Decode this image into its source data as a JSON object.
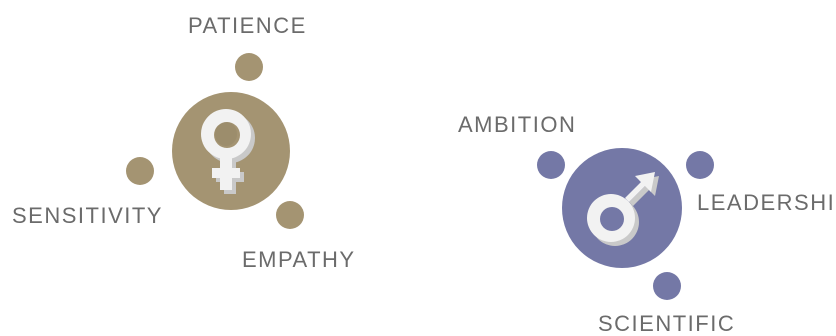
{
  "colors": {
    "female_accent": "#a49472",
    "male_accent": "#7478a6",
    "label_text": "#6b6b6b",
    "symbol_face": "#f2f2f2",
    "symbol_shade": "#c9c9c9"
  },
  "female": {
    "icon": "female-symbol-icon",
    "traits": {
      "top": "PATIENCE",
      "left": "SENSITIVITY",
      "bottom": "EMPATHY"
    }
  },
  "male": {
    "icon": "male-symbol-icon",
    "traits": {
      "top": "AMBITION",
      "right": "LEADERSHIP",
      "bottom": "SCIENTIFIC"
    }
  }
}
